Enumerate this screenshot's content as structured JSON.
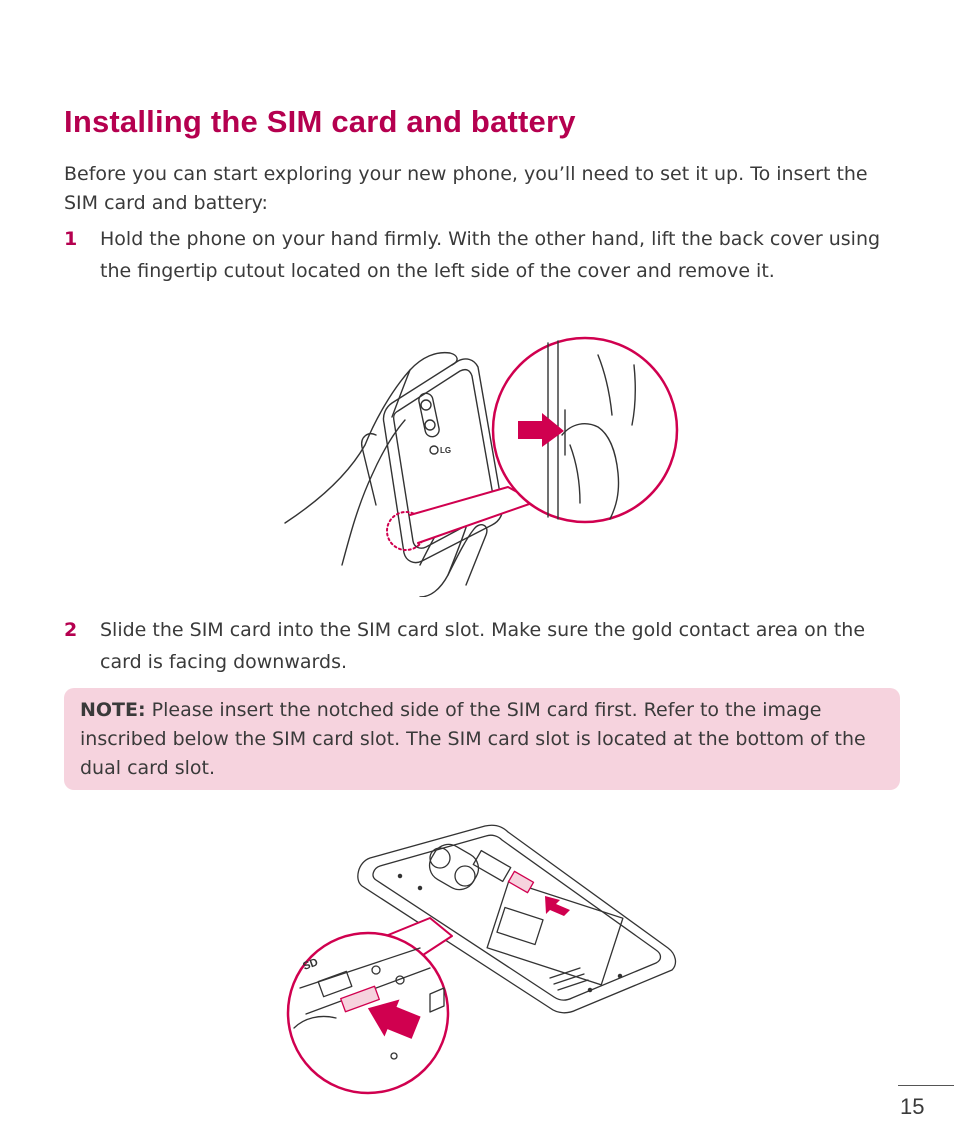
{
  "heading": "Installing the SIM card and battery",
  "intro": "Before you can start exploring your new phone, you’ll need to set it up. To insert the SIM card and battery:",
  "steps": [
    {
      "number": "1",
      "text": "Hold the phone on your hand firmly. With the other hand, lift the back cover using the fingertip cutout located on the left side of the cover and remove it."
    },
    {
      "number": "2",
      "text": "Slide the SIM card into the SIM card slot. Make sure the gold contact area on the card is facing downwards."
    }
  ],
  "note": {
    "label": "NOTE:",
    "text": "Please insert the notched side of the SIM card first. Refer to the image inscribed below the SIM card slot. The SIM card slot is located at the bottom of the dual card slot."
  },
  "figure1": {
    "logo_text": "LG"
  },
  "figure2": {
    "slot_label": "SD"
  },
  "colors": {
    "accent": "#b5004f",
    "note_bg": "#f6d3de",
    "arrow": "#d0004f"
  },
  "page_number": "15"
}
